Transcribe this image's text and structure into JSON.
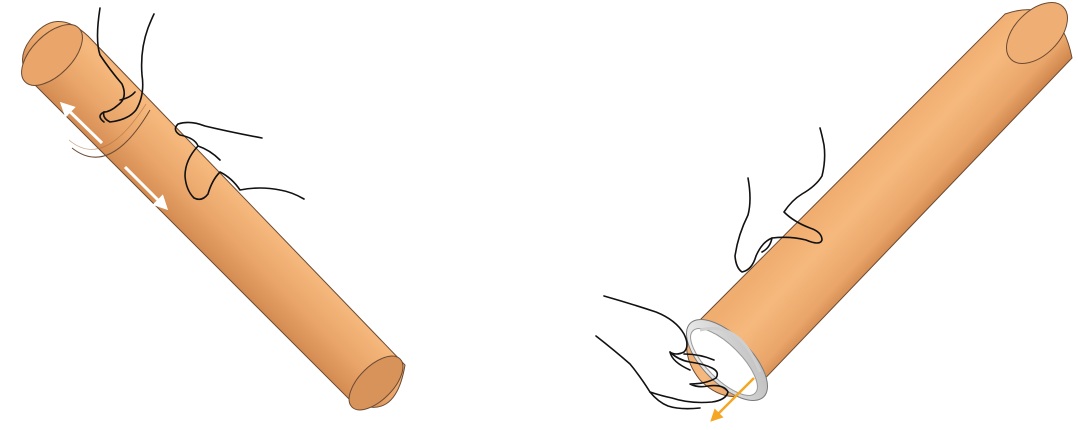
{
  "colors": {
    "tube_light": "#f6b97d",
    "tube_mid": "#e9a56a",
    "tube_dark": "#c97f45",
    "tube_outline": "#6b4a33",
    "cap_light": "#f4f4f4",
    "cap_dark": "#b9b9b9",
    "arrow_white": "#ffffff",
    "arrow_orange": "#f5a623",
    "hand_line": "#111111",
    "background": "#ffffff"
  },
  "panels": [
    {
      "id": "telescoping-tube",
      "icons": [
        "hand-icon",
        "hand-icon",
        "double-arrow-icon"
      ],
      "action": "extend-or-collapse-length"
    },
    {
      "id": "remove-end-cap",
      "icons": [
        "hand-icon",
        "hand-icon",
        "arrow-icon"
      ],
      "action": "pull-end-cap-out"
    }
  ]
}
